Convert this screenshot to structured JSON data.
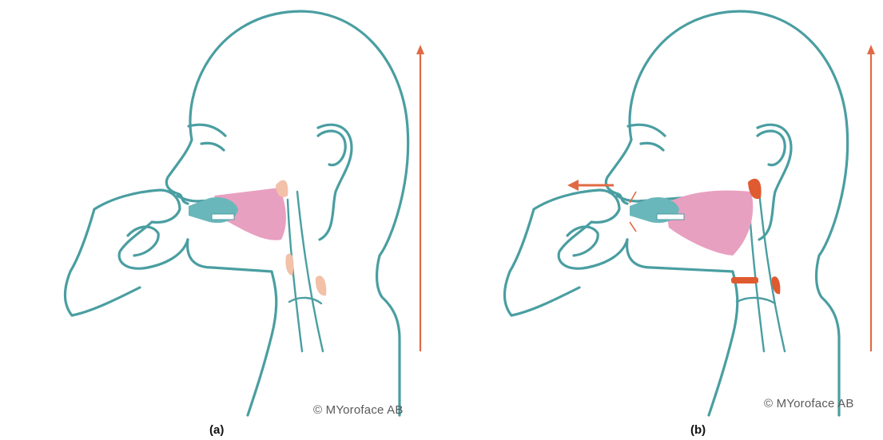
{
  "panels": [
    {
      "caption": "(a)",
      "copyright": "© MYoroface AB"
    },
    {
      "caption": "(b)",
      "copyright": "© MYoroface AB"
    }
  ],
  "colors": {
    "outline": "#4a9ea1",
    "arrow": "#e06a43",
    "tongue": "#e8a0c0",
    "tissue_relaxed": "#f2c1a8",
    "tissue_active": "#e05a30",
    "device": "#6ab7bb"
  },
  "icons": [
    "head-outline",
    "hand-holding-device",
    "oral-device",
    "tongue",
    "vertical-arrow",
    "pull-arrow"
  ]
}
